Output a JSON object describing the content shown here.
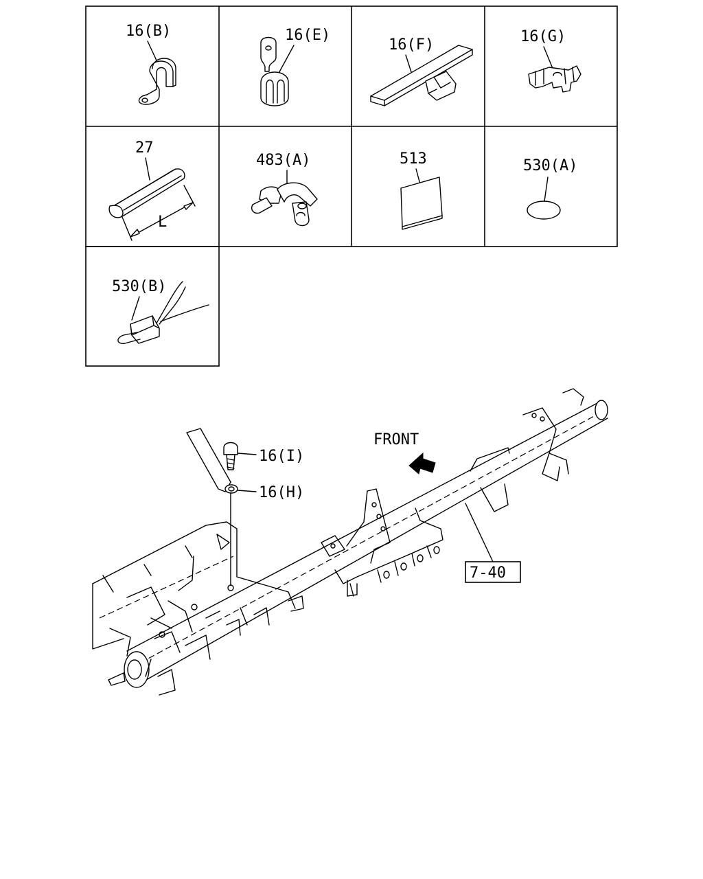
{
  "parts": {
    "p16b": "16(B)",
    "p16e": "16(E)",
    "p16f": "16(F)",
    "p16g": "16(G)",
    "p27": "27",
    "p27_dim": "L",
    "p483a": "483(A)",
    "p513": "513",
    "p530a": "530(A)",
    "p530b": "530(B)"
  },
  "assembly": {
    "front_label": "FRONT",
    "p16i": "16(I)",
    "p16h": "16(H)",
    "ref": "7-40"
  }
}
